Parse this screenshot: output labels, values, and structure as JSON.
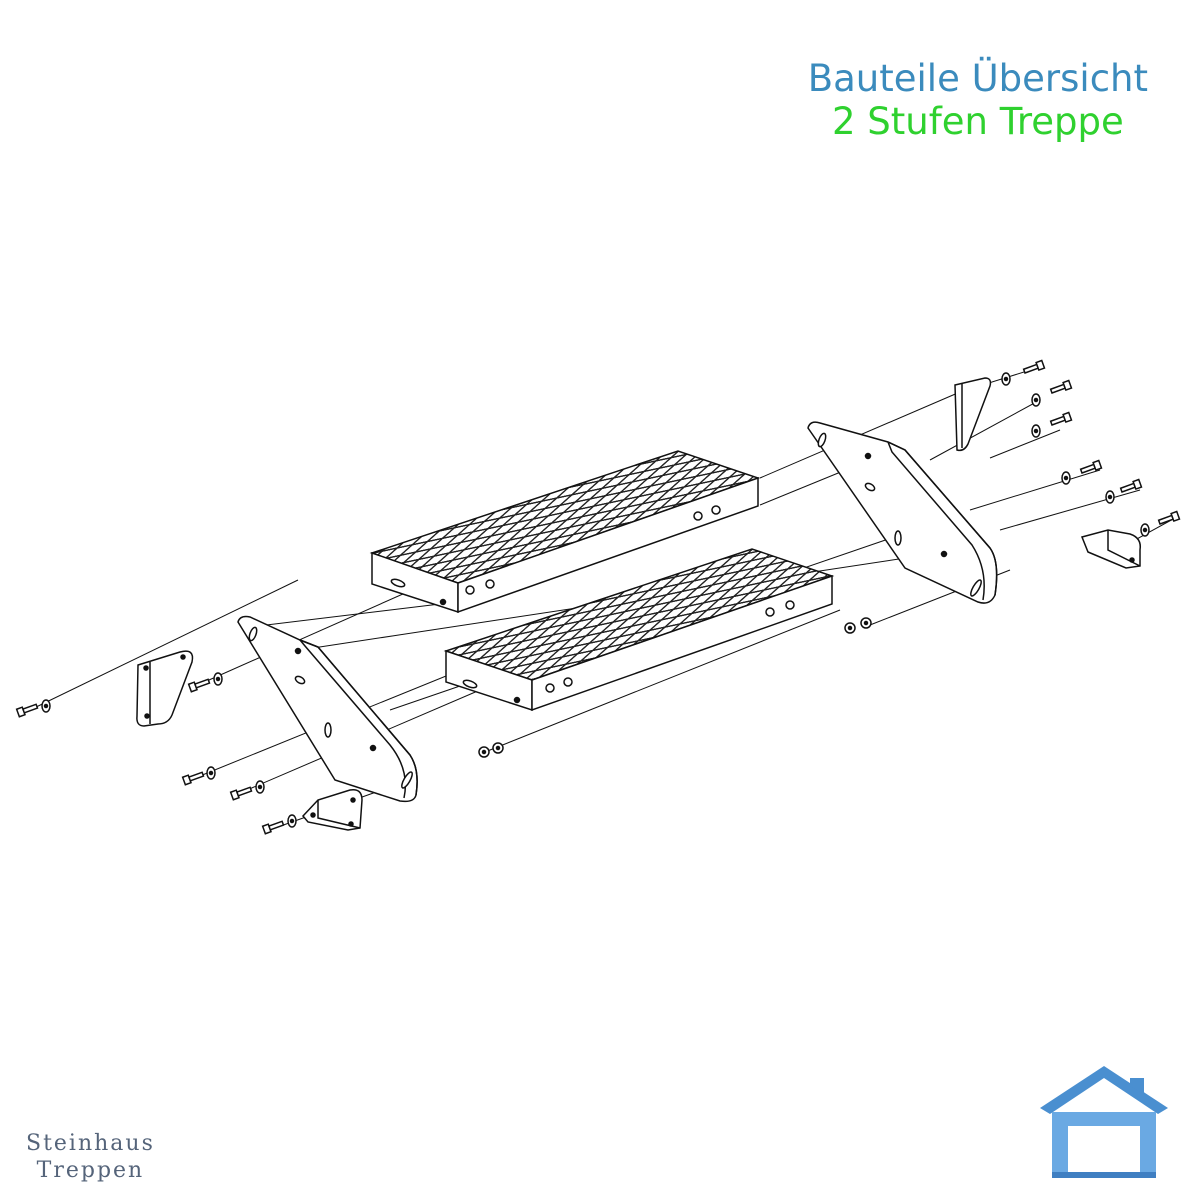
{
  "header": {
    "title_line1": "Bauteile Übersicht",
    "title_line2": "2 Stufen Treppe"
  },
  "colors": {
    "title_line1": "#3b8bbd",
    "title_line2": "#2fd12f",
    "brand_text": "#55647a",
    "logo_blue": "#4a8fd0",
    "line": "#111111"
  },
  "diagram": {
    "parts": [
      "grating-step",
      "grating-step",
      "stair-stringer",
      "stair-stringer",
      "wall-bracket",
      "wall-bracket",
      "floor-bracket",
      "floor-bracket",
      "bolts",
      "washers",
      "nuts"
    ]
  },
  "brand": {
    "line1": "Steinhaus",
    "line2": "Treppen"
  },
  "logo": {
    "icon": "house-icon"
  }
}
